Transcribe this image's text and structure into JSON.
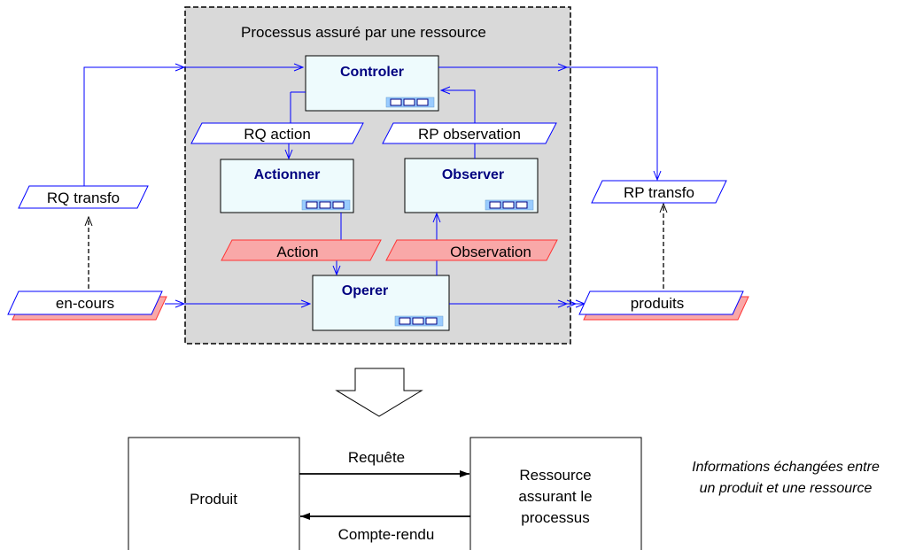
{
  "process": {
    "title": "Processus assuré par une ressource"
  },
  "blocks": {
    "controler": "Controler",
    "actionner": "Actionner",
    "observer": "Observer",
    "operer": "Operer"
  },
  "flows": {
    "rq_action": "RQ action",
    "rp_observation": "RP observation",
    "action": "Action",
    "observation": "Observation",
    "rq_transfo": "RQ transfo",
    "rp_transfo": "RP transfo",
    "en_cours": "en-cours",
    "produits": "produits"
  },
  "exchange": {
    "produit": "Produit",
    "ressource_line1": "Ressource",
    "ressource_line2": "assurant le",
    "ressource_line3": "processus",
    "requete": "Requête",
    "compte_rendu": "Compte-rendu",
    "caption_line1": "Informations échangées entre",
    "caption_line2": "un produit et une ressource"
  },
  "colors": {
    "frame_fill": "#d9d9d9",
    "block_fill": "#eefbfd",
    "block_text": "#000080",
    "flow_line": "#0000ff",
    "pink_fill": "#f9a8a8",
    "pink_edge": "#ff3333"
  }
}
